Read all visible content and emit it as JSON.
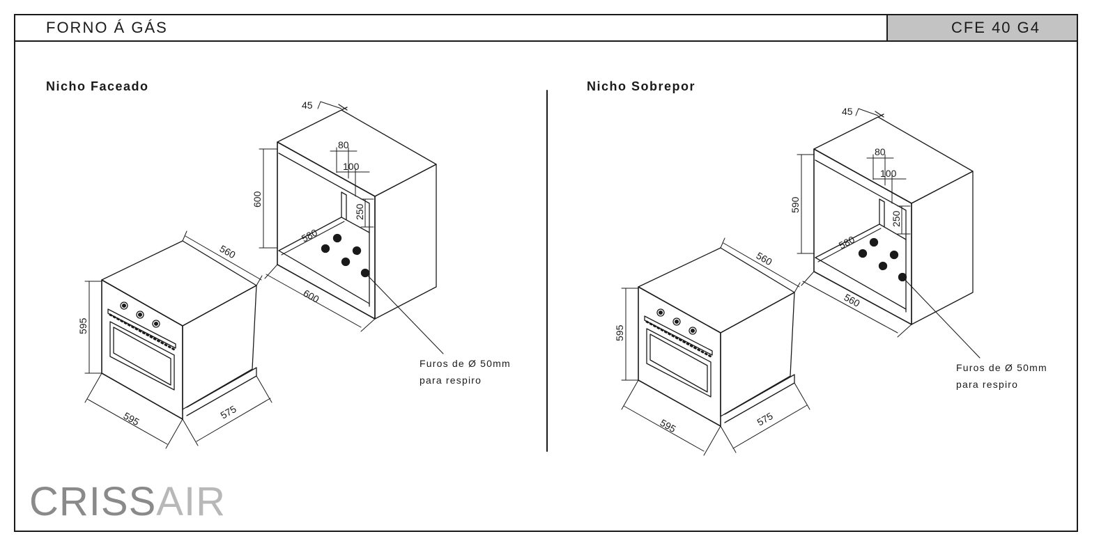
{
  "header": {
    "title": "FORNO Á GÁS",
    "model": "CFE 40 G4"
  },
  "sections": [
    {
      "title": "Nicho Faceado",
      "note_line1": "Furos de Ø 50mm",
      "note_line2": "para respiro",
      "dims": {
        "depth": "45",
        "hole_w": "80",
        "hole_off": "100",
        "hole_h": "250",
        "niche_h": "600",
        "niche_d": "580",
        "niche_w": "600",
        "oven_depth": "560",
        "oven_h": "595",
        "oven_w": "595",
        "oven_side": "575"
      }
    },
    {
      "title": "Nicho Sobrepor",
      "note_line1": "Furos de Ø 50mm",
      "note_line2": "para respiro",
      "dims": {
        "depth": "45",
        "hole_w": "80",
        "hole_off": "100",
        "hole_h": "250",
        "niche_h": "590",
        "niche_d": "580",
        "niche_w": "560",
        "oven_depth": "560",
        "oven_h": "595",
        "oven_w": "595",
        "oven_side": "575"
      }
    }
  ],
  "logo": {
    "part1": "CRISS",
    "part2": "AIR"
  }
}
